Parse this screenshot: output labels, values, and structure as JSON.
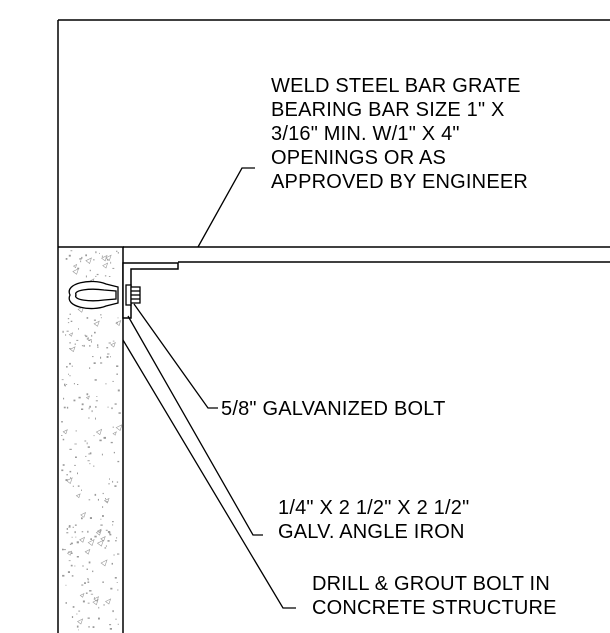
{
  "callouts": {
    "grate": {
      "lines": [
        "WELD STEEL BAR GRATE",
        "BEARING BAR SIZE 1\" X",
        "3/16\" MIN. W/1\" X 4\"",
        "OPENINGS OR AS",
        "APPROVED BY ENGINEER"
      ]
    },
    "bolt": {
      "lines": [
        "5/8\" GALVANIZED BOLT"
      ]
    },
    "angle": {
      "lines": [
        "1/4\" X 2 1/2\" X 2 1/2\"",
        "GALV. ANGLE IRON"
      ]
    },
    "drill": {
      "lines": [
        "DRILL & GROUT BOLT IN",
        "CONCRETE STRUCTURE"
      ]
    }
  },
  "colors": {
    "line": "#000000",
    "concrete_speckle": "#9a9a9a",
    "background": "#ffffff"
  }
}
